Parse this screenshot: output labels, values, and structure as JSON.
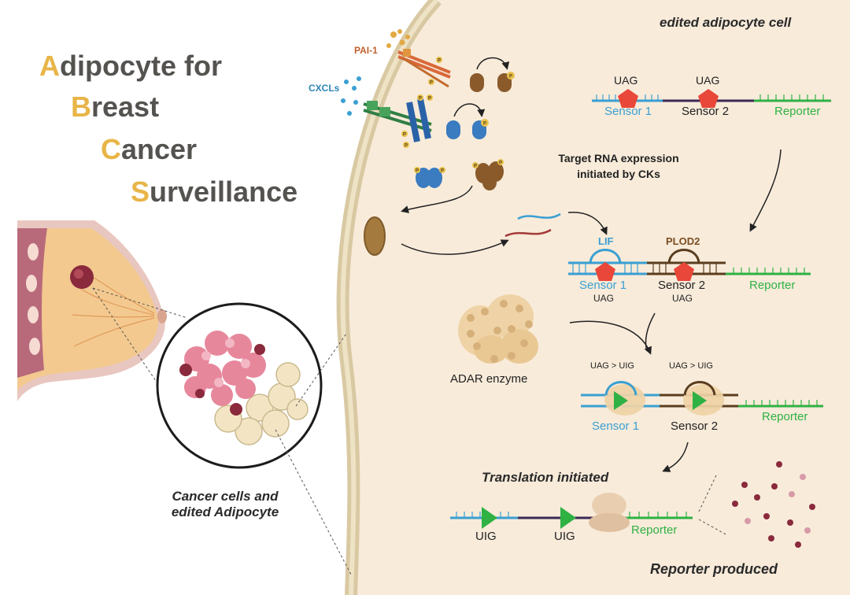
{
  "title": {
    "lines": [
      {
        "cap": "A",
        "rest": "dipocyte for"
      },
      {
        "cap": "B",
        "rest": "reast"
      },
      {
        "cap": "C",
        "rest": "ancer"
      },
      {
        "cap": "S",
        "rest": "urveillance"
      }
    ]
  },
  "colors": {
    "title_text": "#555350",
    "title_capital": "#e8b548",
    "cell_fill": "#f8ebda",
    "membrane": "#d9c9a3",
    "sensor1": "#3a9fd2",
    "sensor2": "#5a3d1e",
    "linker": "#3b2a55",
    "reporter": "#2fb144",
    "stop_codon": "#e8473a",
    "uig_marker": "#2fb144",
    "reporter_product": "#8a2a3c"
  },
  "left_panel": {
    "caption_line1": "Cancer cells and",
    "caption_line2": "edited Adipocyte"
  },
  "receptors": {
    "pai1_label": "PAI-1",
    "cxcl_label": "CXCLs",
    "phospho_label": "P"
  },
  "cell": {
    "header": "edited adipocyte cell",
    "target_text_line1": "Target RNA expression",
    "target_text_line2": "initiated by CKs",
    "adar_label": "ADAR enzyme",
    "translation_label": "Translation initiated",
    "reporter_produced_label": "Reporter produced"
  },
  "construct_top": {
    "uag1": "UAG",
    "uag2": "UAG",
    "sensor1": "Sensor 1",
    "sensor2": "Sensor 2",
    "reporter": "Reporter"
  },
  "construct_mid": {
    "lif": "LIF",
    "plod2": "PLOD2",
    "sensor1": "Sensor 1",
    "sensor2": "Sensor 2",
    "uag1": "UAG",
    "uag2": "UAG",
    "reporter": "Reporter"
  },
  "construct_edit": {
    "edit1": "UAG > UIG",
    "edit2": "UAG > UIG",
    "sensor1": "Sensor 1",
    "sensor2": "Sensor 2",
    "reporter": "Reporter"
  },
  "construct_final": {
    "uig1": "UIG",
    "uig2": "UIG",
    "reporter": "Reporter"
  }
}
